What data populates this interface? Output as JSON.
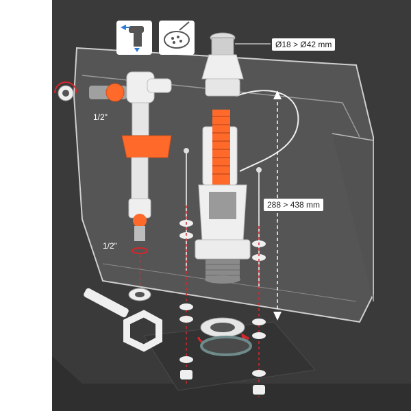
{
  "labels": {
    "inlet_top": "1/2\"",
    "inlet_bottom": "1/2\"",
    "button_diameter": "Ø18 > Ø42 mm",
    "height_range": "288 > 438 mm"
  },
  "icons": {
    "side_inlet": "side-inlet-icon",
    "bottom_drain": "drain-icon"
  },
  "colors": {
    "background": "#3a3a3a",
    "tank_fill": "#5a5a5a",
    "tank_edge": "#c8c8c8",
    "accent_orange": "#ff6a2a",
    "accent_red": "#d8262b",
    "parts_white": "#efefef"
  }
}
